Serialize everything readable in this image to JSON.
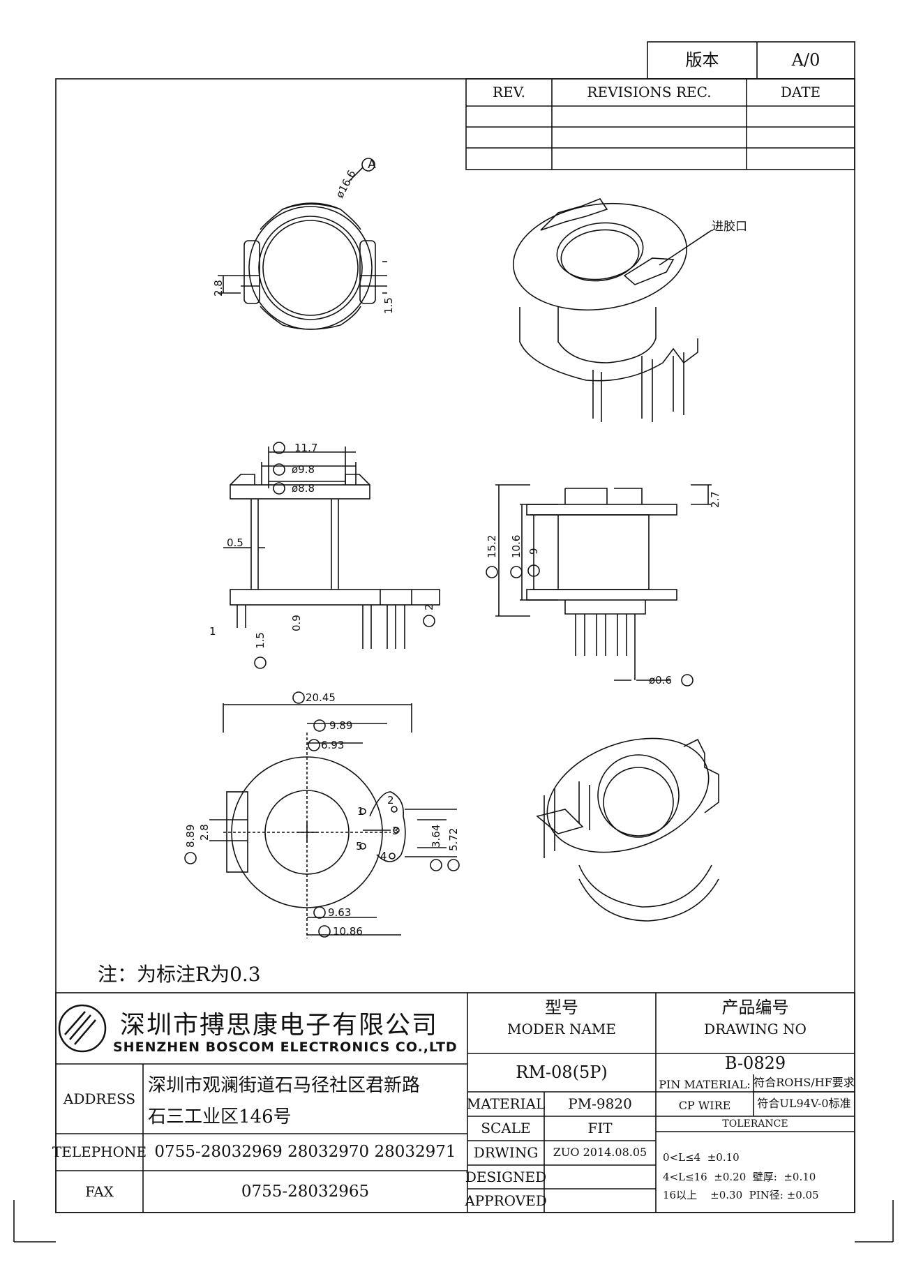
{
  "version_box": {
    "label": "版本",
    "value": "A/0"
  },
  "revisions": {
    "headers": [
      "REV.",
      "REVISIONS REC.",
      "DATE"
    ],
    "rows": [
      [
        "",
        "",
        ""
      ],
      [
        "",
        "",
        ""
      ],
      [
        "",
        "",
        ""
      ]
    ]
  },
  "gate_label": "进胶口",
  "dimensions": {
    "top_view": {
      "diameter": "ø16.6",
      "ref": "A",
      "slot_width": "2.8",
      "step": "1.5"
    },
    "side_view_1": {
      "b": "11.7",
      "c": "ø9.8",
      "d": "ø8.8",
      "wall": "0.5",
      "base_gap": "0.9",
      "pin_offset": "1",
      "e": "1.5",
      "f": "2"
    },
    "side_view_2": {
      "g": "15.2",
      "h": "10.6",
      "i": "9",
      "top_h": "2.7",
      "j": "ø0.6"
    },
    "bottom_view": {
      "k": "20.45",
      "n1": "9.89",
      "n2": "6.93",
      "n3": "9.63",
      "n4": "10.86",
      "l": "8.89",
      "slot": "2.8",
      "m1": "3.64",
      "m2": "5.72",
      "pins": [
        "1",
        "2",
        "3",
        "4",
        "5"
      ]
    }
  },
  "note": "注：为标注R为0.3",
  "company": {
    "name_cn": "深圳市搏思康电子有限公司",
    "name_en": "SHENZHEN BOSCOM ELECTRONICS CO.,LTD",
    "address_label": "ADDRESS",
    "address_line1": "深圳市观澜街道石马径社区君新路",
    "address_line2": "石三工业区146号",
    "telephone_label": "TELEPHONE",
    "telephone": "0755-28032969 28032970 28032971",
    "fax_label": "FAX",
    "fax": "0755-28032965"
  },
  "model": {
    "label_cn": "型号",
    "label_en": "MODER NAME",
    "value": "RM-08(5P)"
  },
  "drawing_no": {
    "label_cn": "产品编号",
    "label_en": "DRAWING NO",
    "value": "B-0829"
  },
  "specs": {
    "material_label": "MATERIAL",
    "material": "PM-9820",
    "scale_label": "SCALE",
    "scale": "FIT",
    "drawing_label": "DRWING",
    "drawing": "ZUO 2014.08.05",
    "designed_label": "DESIGNED",
    "designed": "",
    "approved_label": "APPROVED",
    "approved": ""
  },
  "pin_material": {
    "label_line1": "PIN MATERIAL:",
    "label_line2": "CP WIRE",
    "std1": "符合ROHS/HF要求",
    "std2": "符合UL94V-0标准"
  },
  "tolerance": {
    "title": "TOLERANCE",
    "line1": "0<L≤4  ±0.10",
    "line2": "4<L≤16  ±0.20  壁厚:  ±0.10",
    "line3": "16以上    ±0.30  PIN径: ±0.05"
  }
}
